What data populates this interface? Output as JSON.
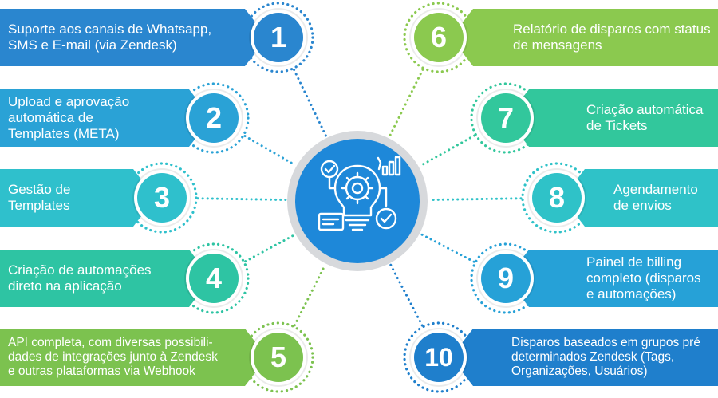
{
  "items": [
    {
      "number": "1",
      "label": "Suporte aos canais de Whatsapp, SMS e E-mail (via Zendesk)",
      "color": "#2a86cf"
    },
    {
      "number": "2",
      "label": "Upload e aprovação automática de Templates (META)",
      "color": "#2aa2d6"
    },
    {
      "number": "3",
      "label": "Gestão de Templates",
      "color": "#2fc0cc"
    },
    {
      "number": "4",
      "label": "Criação de automações direto na aplicação",
      "color": "#2ec4a3"
    },
    {
      "number": "5",
      "label": "API completa, com diversas possibili-dades de integrações junto à Zendesk e outras plataformas via Webhook",
      "color": "#7cc24f"
    },
    {
      "number": "6",
      "label": "Relatório de disparos com status de mensagens",
      "color": "#8bc94f"
    },
    {
      "number": "7",
      "label": "Criação automática de Tickets",
      "color": "#32c79c"
    },
    {
      "number": "8",
      "label": "Agendamento de envios",
      "color": "#2fc2c8"
    },
    {
      "number": "9",
      "label": "Painel de billing completo (disparos e automações)",
      "color": "#26a1d7"
    },
    {
      "number": "10",
      "label": "Disparos baseados em grupos pré determinados Zendesk (Tags, Organizações, Usuários)",
      "color": "#1f7fcc"
    }
  ],
  "center": {
    "icon": "gear-lightbulb-automation-icon",
    "color": "#1e88d9"
  }
}
